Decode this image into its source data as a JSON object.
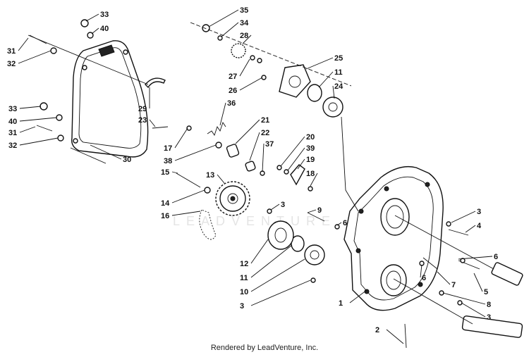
{
  "diagram": {
    "callouts": [
      "33",
      "40",
      "31",
      "32",
      "33",
      "40",
      "31",
      "32",
      "30",
      "29",
      "23",
      "17",
      "38",
      "36",
      "21",
      "22",
      "37",
      "20",
      "39",
      "19",
      "18",
      "15",
      "13",
      "14",
      "16",
      "35",
      "34",
      "28",
      "27",
      "26",
      "25",
      "11",
      "24",
      "3",
      "9",
      "6",
      "12",
      "11",
      "10",
      "3",
      "1",
      "2",
      "3",
      "4",
      "6",
      "6",
      "7",
      "5",
      "8",
      "3"
    ],
    "watermark": "LEADVENTURE"
  },
  "footer": {
    "text": "Rendered by LeadVenture, Inc."
  }
}
